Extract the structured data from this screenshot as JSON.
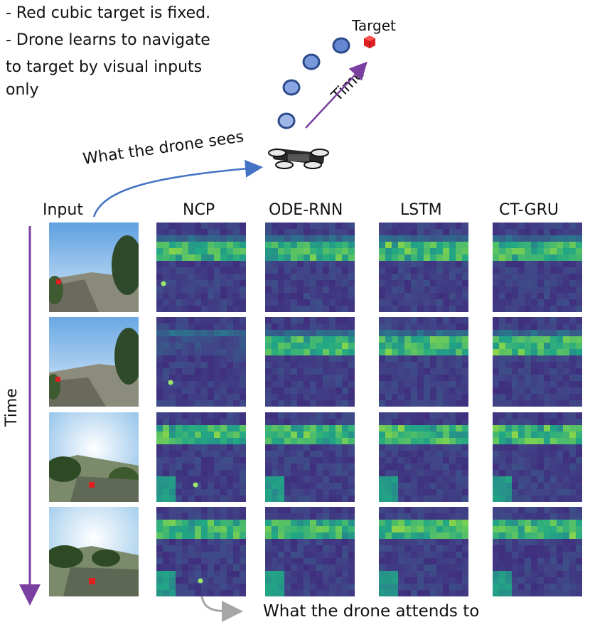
{
  "notes": {
    "line1": "- Red cubic target is fixed.",
    "line2": "- Drone learns to navigate",
    "line3": "to target by visual inputs",
    "line4": "only"
  },
  "labels": {
    "target": "Target",
    "time_arrow": "Time",
    "drone_sees": "What the drone sees",
    "time_axis": "Time",
    "attends": "What the drone attends to"
  },
  "columns": {
    "input": "Input",
    "ncp": "NCP",
    "ode_rnn": "ODE-RNN",
    "lstm": "LSTM",
    "ct_gru": "CT-GRU"
  },
  "colors": {
    "time_arrow": "#7a3fa0",
    "sees_arrow": "#4472c4",
    "attend_arrow": "#a6a6a6",
    "heatmap_low": "#3b0f70",
    "heatmap_mid": "#21918c",
    "heatmap_high": "#fde725",
    "trajectory_dot": "#9fb6e8",
    "trajectory_outline": "#2b4a8a",
    "target_cube": "#e02020"
  }
}
